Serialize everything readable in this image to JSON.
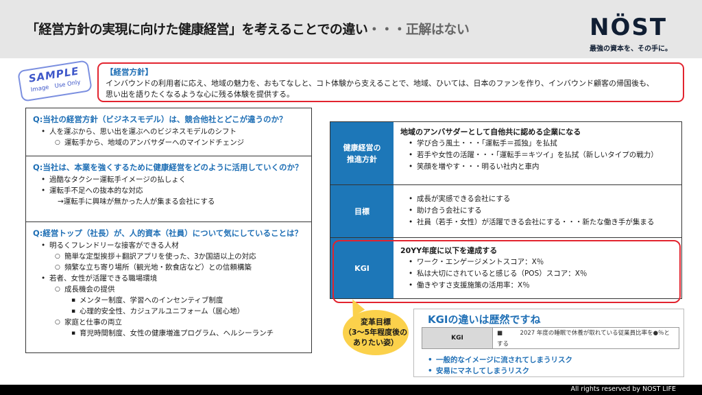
{
  "header": {
    "title": "「経営方針の実現に向けた健康経営」を考えることでの違い",
    "subtitle": "・・・正解はない",
    "logo": "NÖST",
    "tagline": "最強の資本を、その手に。"
  },
  "sample_stamp": {
    "line1": "SAMPLE",
    "line2": "Image　Use Only"
  },
  "policy": {
    "heading": "【経営方針】",
    "line1": "インバウンドの利用者に応え、地域の魅力を、おもてなしと、コト体験から支えることで、地域、ひいては、日本のファンを作り、インバウンド顧客の帰国後も、",
    "line2": "思い出を語りたくなるような心に残る体験を提供する。"
  },
  "questions": [
    {
      "q": "Q:当社の経営方針（ビジネスモデル）は、競合他社とどこが違うのか？",
      "lines": [
        "人を運ぶから、思い出を運ぶへのビジネスモデルのシフト",
        "運転手から、地域のアンバサダーへのマインドチェンジ"
      ]
    },
    {
      "q": "Q:当社は、本業を強くするために健康経営をどのように活用していくのか？",
      "lines": [
        "過酷なタクシー運転手イメージの払しょく",
        "運転手不足への抜本的な対応",
        "→運転手に興味が無かった人が集まる会社にする"
      ]
    },
    {
      "q": "Q:経営トップ（社長）が、人的資本（社員）について気にしていることは？",
      "lines": [
        "明るくフレンドリーな接客ができる人材",
        "簡単な定型挨拶＋翻訳アプリを使った、3か国語以上の対応",
        "頻繁な立ち寄り場所（観光地・飲食店など）との信頼構築",
        "若者、女性が活躍できる職場環境",
        "成長機会の提供",
        "メンター制度、学習へのインセンティブ制度",
        "心理的安全性、カジュアルユニフォーム（居心地）",
        "家庭と仕事の両立",
        "育児時間制度、女性の健康増進プログラム、ヘルシーランチ"
      ]
    }
  ],
  "table": {
    "row1": {
      "label1": "健康経営の",
      "label2": "推進方針",
      "title": "地域のアンバサダーとして自他共に認める企業になる",
      "lines": [
        "学び合う風土・・・「運転手＝孤独」を払拭",
        "若手や女性の活躍・・・「運転手＝キツイ」を払拭（新しいタイプの戦力）",
        "笑顔を増やす・・・明るい社内と車内"
      ]
    },
    "row2": {
      "label": "目標",
      "lines": [
        "成長が実感できる会社にする",
        "助け合う会社にする",
        "社員（若手・女性）が活躍できる会社にする・・・新たな働き手が集まる"
      ]
    },
    "row3": {
      "label": "KGI",
      "title": "20YY年度に以下を達成する",
      "lines": [
        "ワーク・エンゲージメントスコア：X％",
        "私は大切にされていると感じる（POS）スコア：X％",
        "働きやすさ支援施策の活用率：X％"
      ]
    }
  },
  "bubble": {
    "line1": "変革目標",
    "line2": "（3～5年程度後の",
    "line3": "ありたい姿）"
  },
  "diff": {
    "heading": "KGIの違いは歴然ですね",
    "label": "KGI",
    "value1": "■　　　2027 年度の睡眠で休養が取れている従業員比率を●％と",
    "value2": "する",
    "risks": [
      "一般的なイメージに流されてしまうリスク",
      "安易にマネしてしまうリスク"
    ]
  },
  "footer": "All rights reserved by NOST LIFE",
  "colors": {
    "accent_blue": "#1d77b8",
    "alert_red": "#e2232e",
    "bubble_yellow": "#fbd14b"
  }
}
